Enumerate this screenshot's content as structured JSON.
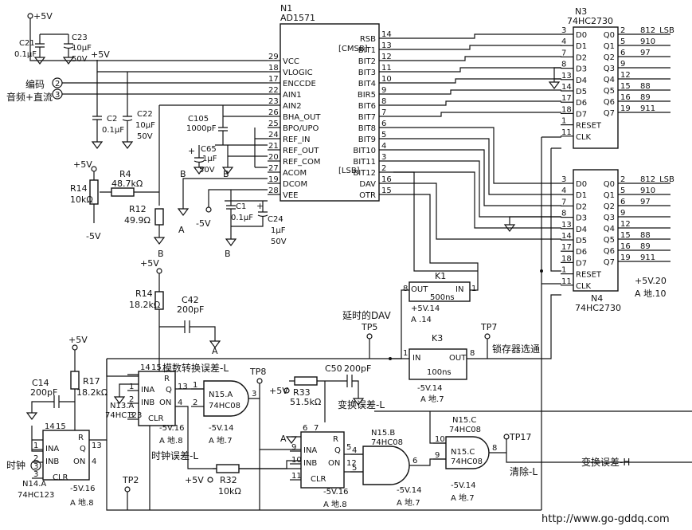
{
  "chips": {
    "n1": {
      "ref": "N1",
      "part": "AD1571",
      "left_pins": [
        {
          "num": "29",
          "name": "VCC"
        },
        {
          "num": "18",
          "name": "VLOGIC"
        },
        {
          "num": "17",
          "name": "ENCCDE"
        },
        {
          "num": "22",
          "name": "AIN1"
        },
        {
          "num": "23",
          "name": "AIN2"
        },
        {
          "num": "26",
          "name": "BHA_OUT"
        },
        {
          "num": "25",
          "name": "BPO/UPO"
        },
        {
          "num": "24",
          "name": "REF_IN"
        },
        {
          "num": "21",
          "name": "REF_OUT"
        },
        {
          "num": "20",
          "name": "REF_COM"
        },
        {
          "num": "27",
          "name": "ACOM"
        },
        {
          "num": "19",
          "name": "DCOM"
        },
        {
          "num": "28",
          "name": "VEE"
        }
      ],
      "right_pins": [
        {
          "num": "14",
          "name": "RSB"
        },
        {
          "num": "13",
          "name": "BIT1"
        },
        {
          "num": "12",
          "name": "BIT2"
        },
        {
          "num": "11",
          "name": "BIT3"
        },
        {
          "num": "10",
          "name": "BIT4"
        },
        {
          "num": "9",
          "name": "BIR5"
        },
        {
          "num": "8",
          "name": "BIT6"
        },
        {
          "num": "7",
          "name": "BIT7"
        },
        {
          "num": "6",
          "name": "BIT8"
        },
        {
          "num": "5",
          "name": "BIT9"
        },
        {
          "num": "4",
          "name": "BIT10"
        },
        {
          "num": "3",
          "name": "BIT11"
        },
        {
          "num": "2",
          "name": "BIT12"
        },
        {
          "num": "16",
          "name": "DAV"
        },
        {
          "num": "15",
          "name": "OTR"
        }
      ],
      "msb_tag": "[CMSB]",
      "lsb_tag": "[LSB]"
    },
    "n3": {
      "ref": "N3",
      "part": "74HC2730",
      "left_pins": [
        {
          "num": "3",
          "name": "D0"
        },
        {
          "num": "4",
          "name": "D1"
        },
        {
          "num": "7",
          "name": "D2"
        },
        {
          "num": "8",
          "name": "D3"
        },
        {
          "num": "13",
          "name": "D4"
        },
        {
          "num": "14",
          "name": "D5"
        },
        {
          "num": "17",
          "name": "D6"
        },
        {
          "num": "18",
          "name": "D7"
        },
        {
          "num": "1",
          "name": "RESET"
        },
        {
          "num": "11",
          "name": "CLK"
        }
      ],
      "right_pins": [
        {
          "num": "2",
          "name": "Q0",
          "net": "812_LSB"
        },
        {
          "num": "5",
          "name": "Q1",
          "net": "910"
        },
        {
          "num": "6",
          "name": "Q2",
          "net": "97"
        },
        {
          "num": "9",
          "name": "Q3",
          "net": ""
        },
        {
          "num": "12",
          "name": "Q4",
          "net": ""
        },
        {
          "num": "15",
          "name": "Q5",
          "net": "88"
        },
        {
          "num": "16",
          "name": "Q6",
          "net": "89"
        },
        {
          "num": "19",
          "name": "Q7",
          "net": "911"
        }
      ]
    },
    "n4": {
      "ref": "N4",
      "part": "74HC2730",
      "left_pins": [
        {
          "num": "3",
          "name": "D0"
        },
        {
          "num": "4",
          "name": "D1"
        },
        {
          "num": "7",
          "name": "D2"
        },
        {
          "num": "8",
          "name": "D3"
        },
        {
          "num": "13",
          "name": "D4"
        },
        {
          "num": "14",
          "name": "D5"
        },
        {
          "num": "17",
          "name": "D6"
        },
        {
          "num": "18",
          "name": "D7"
        },
        {
          "num": "1",
          "name": "RESET"
        },
        {
          "num": "11",
          "name": "CLK"
        }
      ],
      "right_pins": [
        {
          "num": "2",
          "name": "Q0",
          "net": "812_LSB"
        },
        {
          "num": "5",
          "name": "Q1",
          "net": "910"
        },
        {
          "num": "6",
          "name": "Q2",
          "net": "97"
        },
        {
          "num": "9",
          "name": "Q3",
          "net": ""
        },
        {
          "num": "12",
          "name": "Q4",
          "net": ""
        },
        {
          "num": "15",
          "name": "Q5",
          "net": "88"
        },
        {
          "num": "16",
          "name": "Q6",
          "net": "89"
        },
        {
          "num": "19",
          "name": "Q7",
          "net": "911"
        }
      ],
      "power": "+5V.20",
      "ground": "A 地.10"
    },
    "k1": {
      "ref": "K1",
      "in": "IN",
      "out": "OUT",
      "pin_in": "1",
      "pin_out": "8",
      "delay": "500ns",
      "power": "+5V.14",
      "ground": "A  .14"
    },
    "k3": {
      "ref": "K3",
      "in": "IN",
      "out": "OUT",
      "pin_in": "1",
      "pin_out": "8",
      "delay": "100ns",
      "power": "-5V.14",
      "ground": "A 地.7"
    },
    "n13a": {
      "ref": "N13.A",
      "part": "74HC123",
      "pins": [
        "14",
        "15",
        "1",
        "2",
        "3",
        "13",
        "4"
      ],
      "labels": [
        "R",
        "INA",
        "Q",
        "INB",
        "ON",
        "CLR"
      ],
      "power": "-5V.16",
      "ground": "A 地.8"
    },
    "n14a": {
      "ref": "N14.A",
      "part": "74HC123",
      "pins": [
        "14",
        "15",
        "1",
        "2",
        "3",
        "13",
        "4"
      ],
      "labels": [
        "R",
        "INA",
        "Q",
        "INB",
        "ON",
        "CLR"
      ],
      "power": "-5V.16",
      "ground": "A 地.8"
    },
    "n13b": {
      "ref": "",
      "part": "",
      "pins": [
        "6",
        "7",
        "9",
        "10",
        "11",
        "5",
        "12"
      ],
      "labels": [
        "R",
        "INA",
        "Q",
        "INB",
        "ON",
        "CLR"
      ],
      "power": "-5V.16",
      "ground": "A 地.8"
    },
    "n15a": {
      "ref": "N15.A",
      "part": "74HC08",
      "pins": [
        "1",
        "2",
        "3"
      ],
      "power": "-5V.14",
      "ground": "A 地.7"
    },
    "n15b": {
      "ref": "N15.B",
      "part": "74HC08",
      "pins": [
        "4",
        "5",
        "6"
      ],
      "power": "-5V.14",
      "ground": "A 地.7"
    },
    "n15c": {
      "ref": "N15.C",
      "part": "74HC08",
      "pins": [
        "10",
        "9",
        "8"
      ],
      "power": "-5V.14",
      "ground": "A 地.7"
    }
  },
  "components": {
    "c21": {
      "ref": "C21",
      "value": "0.1μF"
    },
    "c23": {
      "ref": "C23",
      "value": "10μF",
      "voltage": "50V"
    },
    "c2": {
      "ref": "C2",
      "value": "0.1μF"
    },
    "c22": {
      "ref": "C22",
      "value": "10μF",
      "voltage": "50V"
    },
    "c105": {
      "ref": "C105",
      "value": "1000pF"
    },
    "c65": {
      "ref": "C65",
      "value": "1μF",
      "voltage": "50V"
    },
    "c1": {
      "ref": "C1",
      "value": "0.1μF"
    },
    "c24": {
      "ref": "C24",
      "value": "1μF",
      "voltage": "50V"
    },
    "r4": {
      "ref": "R4",
      "value": "48.7kΩ"
    },
    "r14a": {
      "ref": "R14",
      "value": "10kΩ"
    },
    "r12": {
      "ref": "R12",
      "value": "49.9Ω"
    },
    "r14b": {
      "ref": "R14",
      "value": "18.2kΩ"
    },
    "c42": {
      "ref": "C42",
      "value": "200pF"
    },
    "c14": {
      "ref": "C14",
      "value": "200pF"
    },
    "r17": {
      "ref": "R17",
      "value": "18.2kΩ"
    },
    "r33": {
      "ref": "R33",
      "value": "51.5kΩ"
    },
    "c50": {
      "ref": "C50",
      "value": "200pF"
    },
    "r32": {
      "ref": "R32",
      "value": "10kΩ"
    }
  },
  "rails": {
    "p5v": "+5V",
    "m5v": "-5V",
    "gnd_a": "A",
    "gnd_b": "B",
    "plus": "+"
  },
  "inputs": {
    "encode": {
      "num": "2",
      "label": "编码"
    },
    "audio": {
      "num": "3",
      "label": "音频+直流"
    },
    "clock": {
      "num": "3",
      "label": "时钟"
    }
  },
  "test_points": {
    "tp5": "TP5",
    "tp7": "TP7",
    "tp8": "TP8",
    "tp2": "TP2",
    "tp17": "TP17"
  },
  "signals": {
    "delayed_dav": "延时的DAV",
    "latch_select": "锁存器选通",
    "adc_error": "模数转换误差-L",
    "conv_error": "变换误差-L",
    "clock_error": "时钟误差-L",
    "clear": "清除-L",
    "conv_error_h": "变换误差-H"
  },
  "watermark": "http://www.go-gddq.com"
}
